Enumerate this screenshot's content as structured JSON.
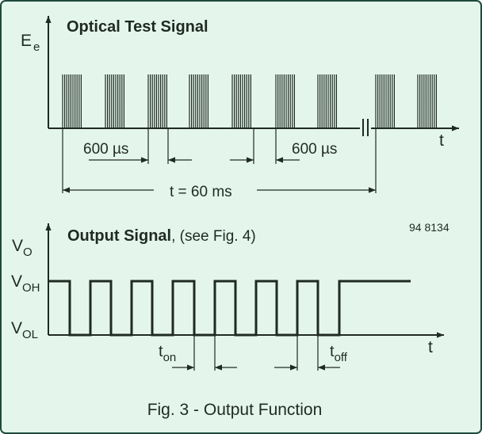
{
  "optical": {
    "title": "Optical Test Signal",
    "y_axis_symbol": "E",
    "y_axis_subscript": "e",
    "x_axis_symbol": "t",
    "duration_left": "600 µs",
    "duration_right": "600 µs",
    "period": "t = 60 ms"
  },
  "output": {
    "title": "Output Signal",
    "title_suffix": ", (see Fig. 4)",
    "y_axis_symbol": "V",
    "y_axis_subscript": "O",
    "voh_main": "V",
    "voh_sub": "OH",
    "vol_main": "V",
    "vol_sub": "OL",
    "x_axis_symbol": "t",
    "ton_main": "t",
    "ton_sub": "on",
    "toff_main": "t",
    "toff_sub": "off"
  },
  "figure_code": "94 8134",
  "caption": "Fig. 3 - Output Function",
  "colors": {
    "background": "#e4f6ec",
    "border": "#1f4a3c",
    "line": "#1f2a22"
  }
}
